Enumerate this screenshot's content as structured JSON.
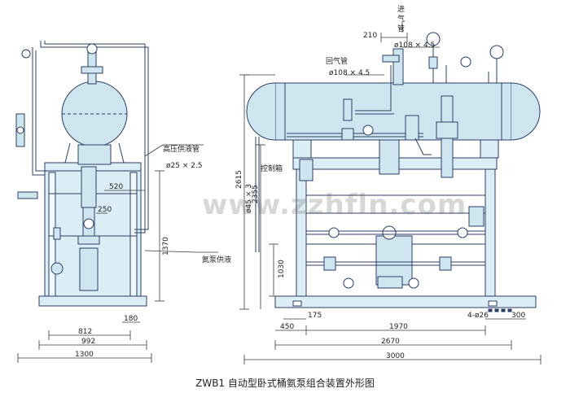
{
  "title": "ZWB1  自动型卧式桶氨泵组合装置外形图",
  "watermark": "www.zzhfln.com",
  "colors": {
    "line": "#2b3d66",
    "equipment_fill": "#cfe6f0",
    "frame_fill": "#dbeef5",
    "dimension": "#3a3a3a",
    "gauge_face": "#ffffff"
  },
  "labels": {
    "high_pressure_supply": "高压供液管",
    "high_pressure_size": "ø25 × 2.5",
    "control_box": "控制箱",
    "ammonia_pump_supply": "氮泵供液",
    "return_pipe": "回气管",
    "return_pipe_size": "ø108 × 4.5",
    "inlet_pipe_line1": "进",
    "inlet_pipe_line2": "气",
    "inlet_pipe_line3": "管",
    "inlet_pipe_size": "ø108 × 4.5",
    "control_pipe_size": "ø45 × 3"
  },
  "dimensions": {
    "d_210": "210",
    "d_520": "520",
    "d_250": "250",
    "d_1370": "1370",
    "d_812": "812",
    "d_180": "180",
    "d_992": "992",
    "d_1300": "1300",
    "d_2615": "2615",
    "d_2355": "2355",
    "d_1030": "1030",
    "d_175": "175",
    "d_450": "450",
    "d_1970": "1970",
    "d_2670": "2670",
    "d_3000": "3000",
    "d_holes": "4-ø26",
    "d_300": "300"
  }
}
